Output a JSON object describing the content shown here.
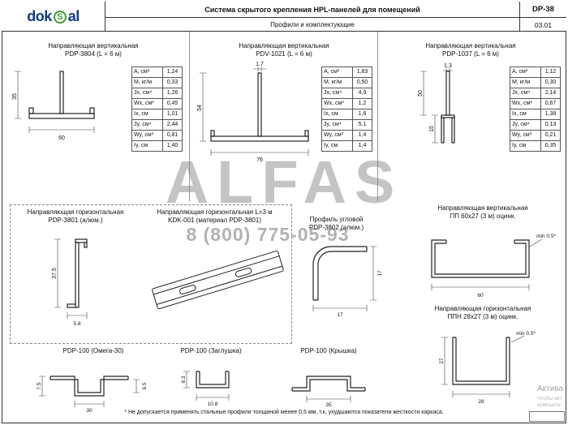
{
  "header": {
    "logo": {
      "part1": "dok",
      "s": "S",
      "part2": "al"
    },
    "title": "Система скрытого крепления HPL-панелей для помещений",
    "doc_code": "DP-38",
    "subtitle": "Профили и комплектующие",
    "sheet_code": "03.01"
  },
  "watermark": {
    "brand": "ALFAS",
    "phone": "8 (800) 775-05-93"
  },
  "top_profiles": [
    {
      "name_line1": "Направляющая вертикальная",
      "name_line2": "PDP-3804 (L = 6 м)",
      "dims": {
        "h": "35",
        "w": "60"
      },
      "specs": [
        [
          "А, см²",
          "1,24"
        ],
        [
          "М, кг/м",
          "0,33"
        ],
        [
          "Jx, см⁴",
          "1,26"
        ],
        [
          "Wx, см³",
          "0,45"
        ],
        [
          "Ix, см",
          "1,01"
        ],
        [
          "Jy, см⁴",
          "2,44"
        ],
        [
          "Wy, см³",
          "0,81"
        ],
        [
          "Iy, см",
          "1,40"
        ]
      ]
    },
    {
      "name_line1": "Направляющая вертикальная",
      "name_line2": "PDV-1021 (L = 6 м)",
      "dims": {
        "t": "1.7",
        "h": "54",
        "w": "76"
      },
      "specs": [
        [
          "А, см²",
          "1,83"
        ],
        [
          "М, кг/м",
          "0,50"
        ],
        [
          "Jx, см⁴",
          "4,9"
        ],
        [
          "Wx, см³",
          "1,2"
        ],
        [
          "Ix, см",
          "1,6"
        ],
        [
          "Jy, см⁴",
          "5,1"
        ],
        [
          "Wy, см³",
          "1,4"
        ],
        [
          "Iy, см",
          "1,4"
        ]
      ]
    },
    {
      "name_line1": "Направляющая вертикальная",
      "name_line2": "PDP-1037 (L = 6 м)",
      "dims": {
        "t": "1.3",
        "h": "50",
        "f": "15"
      },
      "specs": [
        [
          "А, см²",
          "1,12"
        ],
        [
          "М, кг/м",
          "0,30"
        ],
        [
          "Jx, см⁴",
          "2,14"
        ],
        [
          "Wx, см³",
          "0,67"
        ],
        [
          "Ix, см",
          "1,38"
        ],
        [
          "Jy, см⁴",
          "0,13"
        ],
        [
          "Wy, см³",
          "0,21"
        ],
        [
          "Iy, см",
          "0,35"
        ]
      ]
    }
  ],
  "mid": {
    "pdp3801": {
      "name_line1": "Направляющая горизонтальная",
      "name_line2": "PDP-3801 (алюм.)",
      "dims": {
        "h": "37.5",
        "w": "5.8"
      }
    },
    "kdk001": {
      "name_line1": "Направляющая горизонтальная L=3 м",
      "name_line2": "KDK-001 (материал PDP-3801)"
    },
    "pdp3802": {
      "name_line1": "Профиль угловой",
      "name_line2": "PDP-3802 (алюм.)",
      "dims": {
        "w": "17",
        "h": "17"
      }
    },
    "pp6027": {
      "name_line1": "Направляющая вертикальная",
      "name_line2": "ПП 60х27 (3 м) оцинк.",
      "dims": {
        "w": "60"
      },
      "note": "min 0.5*"
    },
    "ppn2827": {
      "name_line1": "Направляющая горизонтальная",
      "name_line2": "ППН 28х27 (3 м) оцинк.",
      "dims": {
        "w": "28",
        "h": "27"
      },
      "note": "min 0.5*"
    }
  },
  "bottom": {
    "omega": {
      "name": "PDP-100 (Омега-30)",
      "dims": {
        "l": "7.5",
        "w": "30",
        "r": "6.5"
      }
    },
    "plug": {
      "name": "PDP-100 (Заглушка)",
      "dims": {
        "h": "6.3",
        "w": "10.8"
      }
    },
    "cap": {
      "name": "PDP-100 (Крышка)",
      "dims": {
        "w": "35"
      }
    }
  },
  "footnote": "* Не допускается применять стальные профили толщиной менее 0,5 мм, т.к. ухудшаются показатели жесткости каркаса.",
  "activation": {
    "line1": "Актива",
    "line2": "Чтобы акт",
    "line3": "компьюте"
  }
}
